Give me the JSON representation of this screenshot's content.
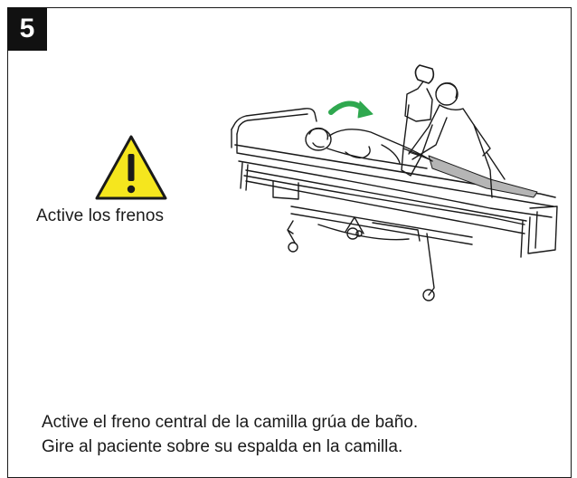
{
  "step": {
    "number": "5"
  },
  "warning": {
    "label": "Active los frenos",
    "icon": "warning-triangle-icon",
    "icon_color": "#f5e61e"
  },
  "illustration": {
    "icon": "patient-on-shower-trolley-illustration",
    "arrow_color": "#2fa84f"
  },
  "instructions": {
    "line1": "Active el freno central de la camilla grúa de baño.",
    "line2": "Gire al paciente sobre su espalda en la camilla."
  }
}
